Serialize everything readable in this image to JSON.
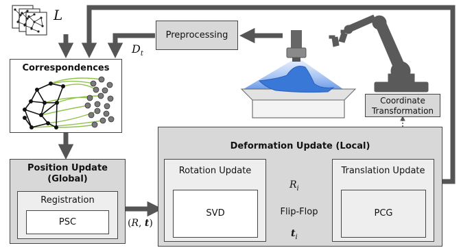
{
  "correspondences": {
    "title": "Correspondences"
  },
  "position_update": {
    "title_line1": "Position Update",
    "title_line2": "(Global)"
  },
  "registration": {
    "title": "Registration",
    "method": "PSC"
  },
  "deformation": {
    "title": "Deformation Update (Local)"
  },
  "rotation": {
    "title": "Rotation Update",
    "method": "SVD"
  },
  "translation": {
    "title": "Translation Update",
    "method": "PCG"
  },
  "preprocessing": {
    "label": "Preprocessing"
  },
  "coordinate": {
    "line1": "Coordinate",
    "line2": "Transformation"
  },
  "flipflop": {
    "label": "Flip-Flop"
  },
  "math": {
    "library_symbol": "L",
    "data_symbol": "D",
    "data_sub": "t",
    "rot_symbol": "R",
    "rot_sub": "i",
    "trans_symbol": "t",
    "trans_sub": "i",
    "pose_open": "(",
    "pose_R": "R",
    "pose_comma": ", ",
    "pose_t": "t",
    "pose_close": ")"
  },
  "colors": {
    "arrow": "#555555",
    "box_gray": "#d8d8d8",
    "box_light": "#eeeeee",
    "graph_green": "#8fc24a",
    "points_gray": "#777777",
    "robot": "#5a5a5a",
    "surface_blue": "#3a78d8",
    "beam_blue": "#9bbcf0"
  }
}
